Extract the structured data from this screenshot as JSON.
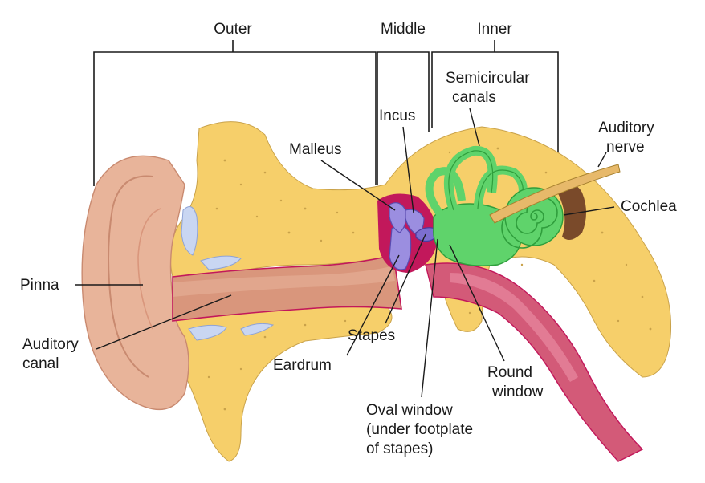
{
  "sections": {
    "outer": "Outer",
    "middle": "Middle",
    "inner": "Inner"
  },
  "labels": {
    "semicircular_1": "Semicircular",
    "semicircular_2": "canals",
    "incus": "Incus",
    "auditory_nerve_1": "Auditory",
    "auditory_nerve_2": "nerve",
    "malleus": "Malleus",
    "cochlea": "Cochlea",
    "pinna": "Pinna",
    "auditory_canal_1": "Auditory",
    "auditory_canal_2": "canal",
    "stapes": "Stapes",
    "eardrum": "Eardrum",
    "round_window_1": "Round",
    "round_window_2": "window",
    "oval_window_1": "Oval window",
    "oval_window_2": "(under footplate",
    "oval_window_3": "of stapes)"
  },
  "colors": {
    "bone": "#f6cf6a",
    "bone_light": "#fbe3a0",
    "skin": "#e8b49a",
    "skin_dark": "#c98a70",
    "canal": "#d9967c",
    "inner_ear": "#5fd36b",
    "inner_ear_dark": "#2f9e3c",
    "ossicle": "#9b8ee0",
    "tissue": "#c2185b",
    "tube": "#d35a78",
    "cavity": "#7a4a2a",
    "nerve": "#e7b96a"
  }
}
